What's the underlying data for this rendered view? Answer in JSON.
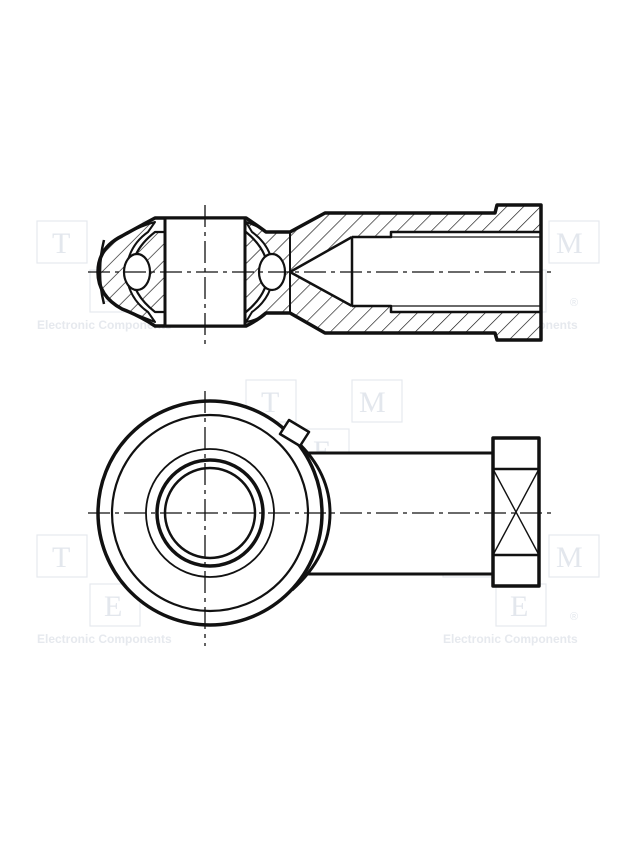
{
  "watermark": {
    "letters": [
      "T",
      "M",
      "E"
    ],
    "caption": "Electronic Components",
    "registered": "®"
  },
  "colors": {
    "ink": "#111111",
    "watermark": "#e6e9ee",
    "background": "#ffffff"
  }
}
